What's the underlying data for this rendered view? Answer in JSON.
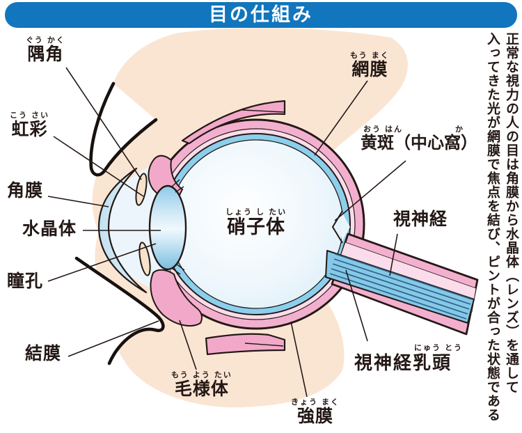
{
  "header": {
    "title": "目の仕組み"
  },
  "side_note": {
    "line1": "正常な視力の人の目は角膜から水晶体（レンズ）を通して",
    "line2": "入ってきた光が網膜で焦点を結び、ピントが合った状態である"
  },
  "labels": {
    "angle": {
      "furigana": "ぐう かく",
      "text": "隅角"
    },
    "iris": {
      "furigana": "こう さい",
      "text": "虹彩"
    },
    "cornea": {
      "text": "角膜"
    },
    "lens": {
      "text": "水晶体"
    },
    "pupil": {
      "text": "瞳孔"
    },
    "conjunctiva": {
      "text": "結膜"
    },
    "ciliary_body": {
      "furigana": "もう よう たい",
      "text": "毛様体"
    },
    "vitreous": {
      "furigana": "しょう し たい",
      "text": "硝子体"
    },
    "retina": {
      "furigana": "もう まく",
      "text": "網膜"
    },
    "macula": {
      "furigana": "おう はん",
      "furigana2": "か",
      "text": "黄斑（中心窩）"
    },
    "optic_nerve": {
      "text": "視神経"
    },
    "optic_disc": {
      "furigana": "にゅう とう",
      "text": "視神経乳頭"
    },
    "sclera": {
      "furigana": "きょう まく",
      "text": "強膜"
    }
  },
  "colors": {
    "banner_blue": "#1176bd",
    "skin_peach": "#fae5d3",
    "sclera_pink": "#f3b0ce",
    "muscle_pink": "#f2a9c9",
    "inner_light_pink": "#fbdcea",
    "retina_blue": "#8ccfec",
    "vitreous_pale_blue": "#e8f4fb",
    "lens_blue": "#8fc9e8",
    "optic_nerve_blue": "#85c8e8",
    "iris_cream": "#f6e2ca",
    "outline_black": "#231815"
  }
}
